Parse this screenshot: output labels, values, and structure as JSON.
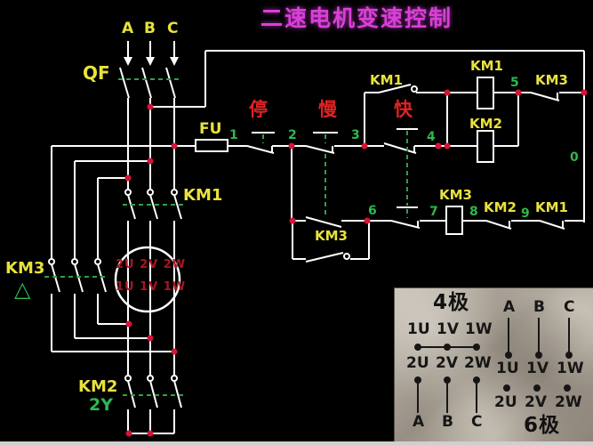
{
  "title": "二速电机变速控制",
  "colors": {
    "background": "#000000",
    "wire": "#ffffff",
    "label_yellow": "#e8e23c",
    "node_green": "#2db84f",
    "button_red": "#e02323",
    "title_magenta": "#d93fd9",
    "junction_red": "#d41537",
    "motor_text_red": "#aa1420",
    "panel_text": "#161616"
  },
  "power": {
    "phase_labels": [
      "A",
      "B",
      "C"
    ],
    "breaker": "QF",
    "fuse": "FU",
    "contactor_main": "KM1",
    "contactor_delta": "KM3",
    "delta_symbol": "△",
    "contactor_star": "KM2",
    "star_symbol": "2Y",
    "motor_top_terminals": "2U 2V 2W",
    "motor_bottom_terminals": "1U 1V 1W"
  },
  "control": {
    "stop_button": "停",
    "slow_button": "慢",
    "fast_button": "快",
    "km1": "KM1",
    "km2": "KM2",
    "km3": "KM3",
    "nodes": [
      "0",
      "1",
      "2",
      "3",
      "4",
      "5",
      "6",
      "7",
      "8",
      "9"
    ]
  },
  "panel": {
    "four_pole_title": "4极",
    "six_pole_title": "6极",
    "four_pole": {
      "row1": [
        "1U",
        "1V",
        "1W"
      ],
      "row2": [
        "2U",
        "2V",
        "2W"
      ],
      "row3": [
        "A",
        "B",
        "C"
      ]
    },
    "six_pole": {
      "row1": [
        "A",
        "B",
        "C"
      ],
      "row2": [
        "1U",
        "1V",
        "1W"
      ],
      "row3": [
        "2U",
        "2V",
        "2W"
      ]
    }
  }
}
